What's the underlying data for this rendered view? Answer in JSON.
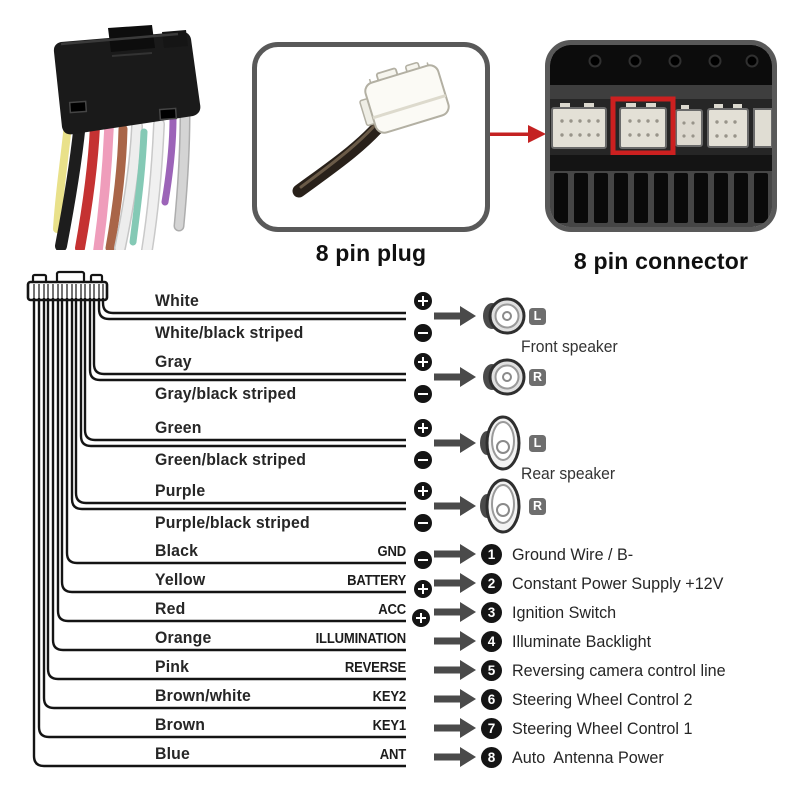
{
  "panels": {
    "plug_caption": "8 pin plug",
    "connector_caption": "8 pin connector"
  },
  "wires": [
    {
      "label": "White",
      "terminal": "",
      "polarity": "+"
    },
    {
      "label": "White/black striped",
      "terminal": "",
      "polarity": "-"
    },
    {
      "label": "Gray",
      "terminal": "",
      "polarity": "+"
    },
    {
      "label": "Gray/black striped",
      "terminal": "",
      "polarity": "-"
    },
    {
      "label": "Green",
      "terminal": "",
      "polarity": "+"
    },
    {
      "label": "Green/black striped",
      "terminal": "",
      "polarity": "-"
    },
    {
      "label": "Purple",
      "terminal": "",
      "polarity": "+"
    },
    {
      "label": "Purple/black striped",
      "terminal": "",
      "polarity": "-"
    },
    {
      "label": "Black",
      "terminal": "GND",
      "polarity": "-"
    },
    {
      "label": "Yellow",
      "terminal": "BATTERY",
      "polarity": "+"
    },
    {
      "label": "Red",
      "terminal": "ACC",
      "polarity": "+"
    },
    {
      "label": "Orange",
      "terminal": "ILLUMINATION",
      "polarity": ""
    },
    {
      "label": "Pink",
      "terminal": "REVERSE",
      "polarity": ""
    },
    {
      "label": "Brown/white",
      "terminal": "KEY2",
      "polarity": ""
    },
    {
      "label": "Brown",
      "terminal": "KEY1",
      "polarity": ""
    },
    {
      "label": "Blue",
      "terminal": "ANT",
      "polarity": ""
    }
  ],
  "speakers": {
    "front_label": "Front speaker",
    "rear_label": "Rear speaker",
    "left_badge": "L",
    "right_badge": "R"
  },
  "outputs": [
    {
      "num": "1",
      "text": "Ground Wire / B-"
    },
    {
      "num": "2",
      "text": "Constant Power Supply +12V"
    },
    {
      "num": "3",
      "text": "Ignition Switch"
    },
    {
      "num": "4",
      "text": "Illuminate Backlight"
    },
    {
      "num": "5",
      "text": "Reversing camera control line"
    },
    {
      "num": "6",
      "text": "Steering Wheel Control 2"
    },
    {
      "num": "7",
      "text": "Steering Wheel Control 1"
    },
    {
      "num": "8",
      "text": "Auto  Antenna Power"
    }
  ],
  "colors": {
    "accent_red": "#c42222",
    "wire_line": "#141414",
    "arrow_gray": "#4a4a4a",
    "badge_gray": "#6e6e6e"
  }
}
